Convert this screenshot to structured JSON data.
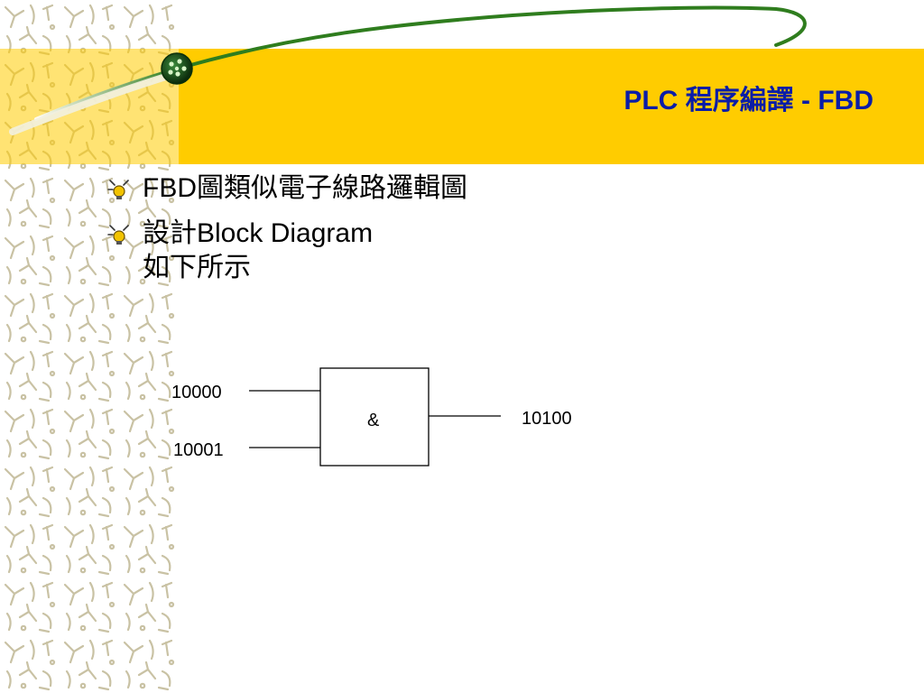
{
  "slide": {
    "title": "PLC 程序編譯 - FBD",
    "title_color": "#0a1da7",
    "band_color": "#ffcc00",
    "swoosh_color": "#2f7d1e"
  },
  "bullets": [
    {
      "icon": "lightbulb-bullet-icon",
      "lines": [
        "FBD圖類似電子線路邏輯圖"
      ]
    },
    {
      "icon": "lightbulb-bullet-icon",
      "lines": [
        "設計Block Diagram",
        "如下所示"
      ]
    }
  ],
  "diagram": {
    "gate_label": "&",
    "inputs": [
      "10000",
      "10001"
    ],
    "output": "10100"
  }
}
